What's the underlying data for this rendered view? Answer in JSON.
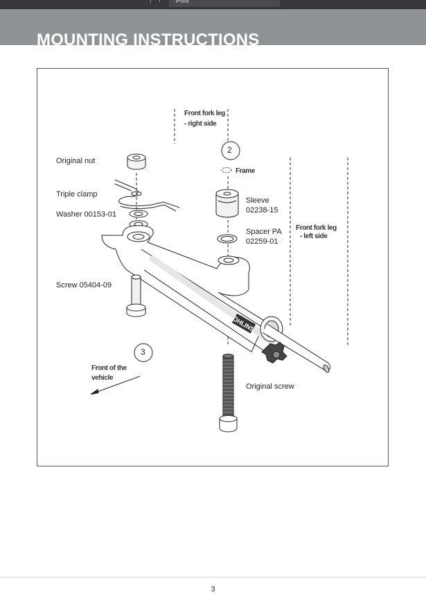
{
  "viewer": {
    "toolbar_field_text": "Print"
  },
  "page": {
    "title": "MOUNTING INSTRUCTIONS",
    "page_number": "3"
  },
  "figure": {
    "labels": {
      "front_fork_right": [
        "Front fork leg",
        "- right side"
      ],
      "step_2": "2",
      "frame": "Frame",
      "original_nut": "Original nut",
      "triple_clamp": "Triple clamp",
      "washer": "Washer 00153-01",
      "sleeve": [
        "Sleeve",
        "02238-15"
      ],
      "spacer": [
        "Spacer PA",
        "02259-01"
      ],
      "front_fork_left": [
        "Front fork leg",
        "- left side"
      ],
      "screw": "Screw 05404-09",
      "step_3": "3",
      "front_of_vehicle": [
        "Front of the",
        "vehicle"
      ],
      "original_screw": "Original screw",
      "brand_logo": "ÖHLINS"
    },
    "colors": {
      "line": "#222222",
      "shade": "#d9d9d9",
      "dark": "#333333"
    }
  }
}
